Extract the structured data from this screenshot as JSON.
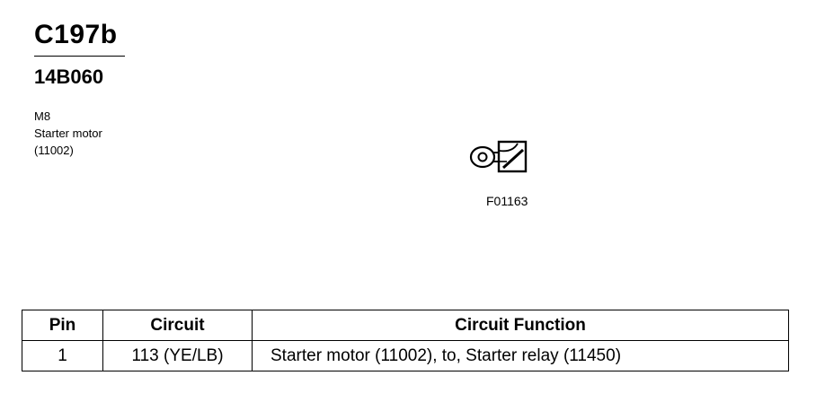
{
  "connector_code": "C197b",
  "part_number": "14B060",
  "info": {
    "size": "M8",
    "component": "Starter motor",
    "component_ref": "(11002)"
  },
  "figure": {
    "id": "F01163",
    "icon": "ring-terminal-icon"
  },
  "pin_table": {
    "headers": {
      "pin": "Pin",
      "circuit": "Circuit",
      "function": "Circuit Function"
    },
    "rows": [
      {
        "pin": "1",
        "circuit": "113 (YE/LB)",
        "function": "Starter motor (11002), to, Starter relay (11450)"
      }
    ]
  }
}
